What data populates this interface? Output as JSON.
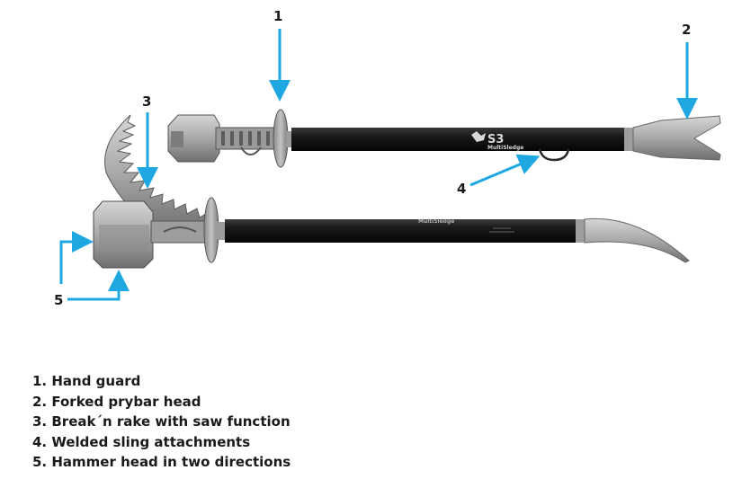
{
  "callouts": [
    "1",
    "2",
    "3",
    "4",
    "5"
  ],
  "tool_marking": {
    "model": "S3",
    "name": "MultiSledge"
  },
  "legend": [
    "1. Hand guard",
    "2. Forked prybar head",
    "3. Break´n rake with saw function",
    "4. Welded sling attachments",
    "5. Hammer head in two directions"
  ],
  "colors": {
    "arrow": "#1ea7e0",
    "shaft": "#1c1c1c",
    "steel": "#a9a9a9",
    "text": "#1a1a1a"
  }
}
